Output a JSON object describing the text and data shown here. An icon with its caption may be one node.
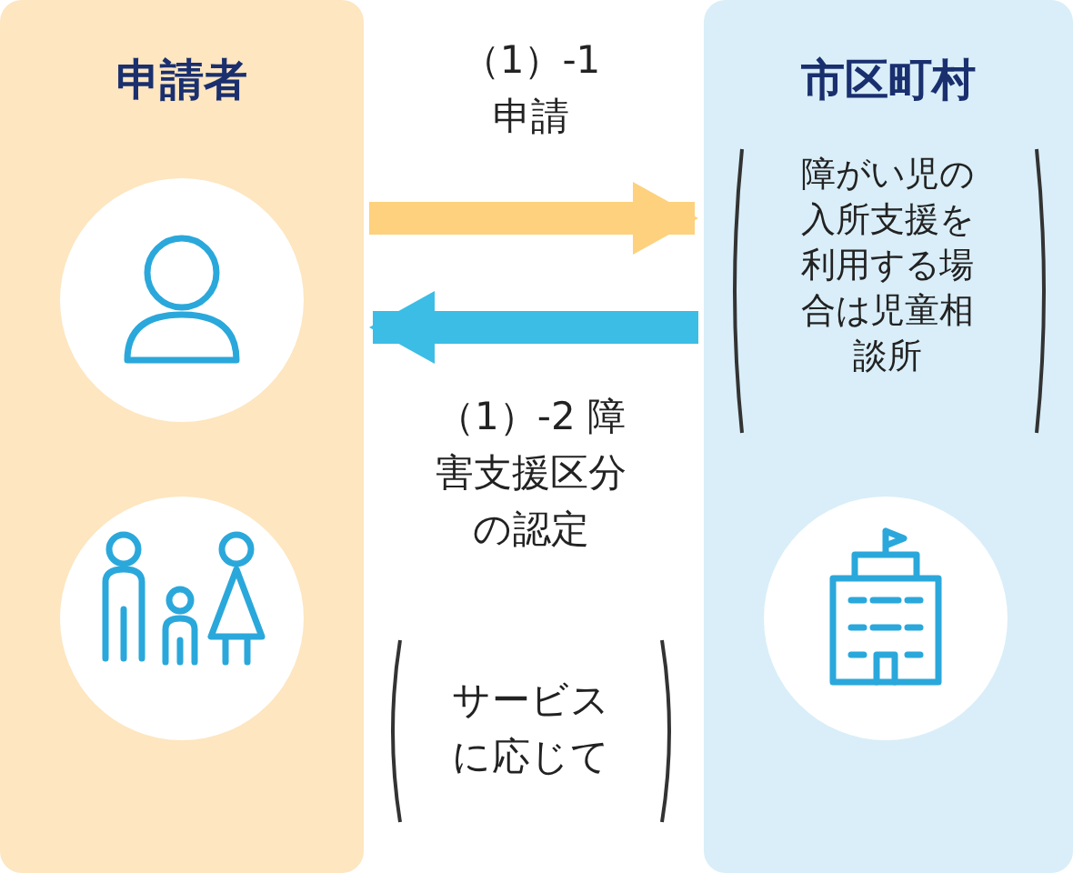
{
  "diagram": {
    "nodes": [
      {
        "text": [
          "申請者"
        ]
      },
      {
        "text": [
          "市区町村",
          "障がい児の入所支援を利用する場合は児童相談所"
        ]
      }
    ],
    "edges": [
      {
        "from": 0,
        "to": 1,
        "arrow": "to",
        "label": "（1）-1 申請",
        "color": "#fdd17e"
      },
      {
        "from": 1,
        "to": 0,
        "arrow": "to",
        "label": "（1）-2 障害支援区分の認定",
        "color": "#3cbde6"
      }
    ],
    "labels": [
      "サービスに応じて"
    ]
  }
}
